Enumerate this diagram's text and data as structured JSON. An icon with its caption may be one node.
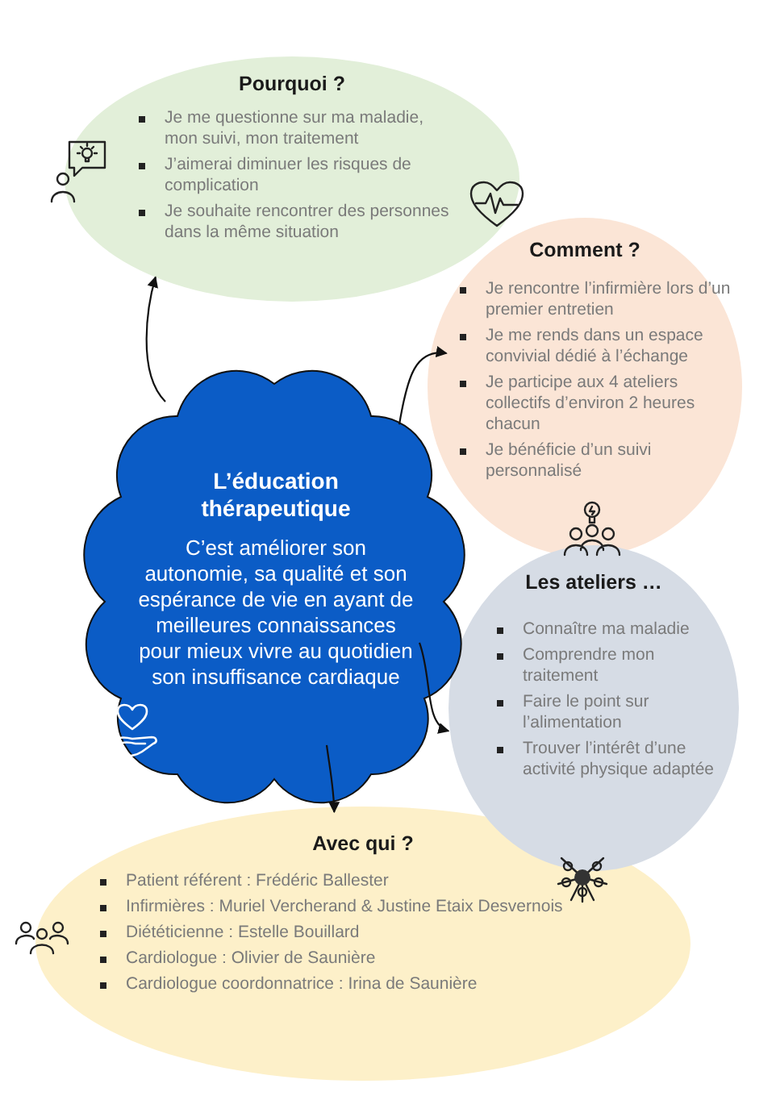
{
  "diagram": {
    "nodes": [
      {
        "text": [
          "L’éducation thérapeutique",
          "C’est améliorer son autonomie, sa qualité et son espérance de vie en ayant de meilleures connaissances pour mieux vivre au quotidien son insuffisance cardiaque"
        ]
      },
      {
        "text": [
          "Pourquoi ?",
          "Je me questionne sur ma maladie, mon suivi, mon traitement",
          "J’aimerai diminuer les risques de complication",
          "Je souhaite rencontrer des personnes dans la même situation"
        ]
      },
      {
        "text": [
          "Comment ?",
          "Je rencontre l’infirmière lors d’un premier entretien",
          "Je me rends dans un espace convivial dédié à l’échange",
          "Je participe aux 4 ateliers collectifs d’environ 2 heures chacun",
          "Je bénéficie d’un suivi personnalisé"
        ]
      },
      {
        "text": [
          "Les ateliers …",
          "Connaître ma maladie",
          "Comprendre mon traitement",
          "Faire le point sur l’alimentation",
          "Trouver l’intérêt d’une activité physique adaptée"
        ]
      },
      {
        "text": [
          "Avec qui ?",
          "Patient référent : Frédéric Ballester",
          "Infirmières : Muriel Vercherand & Justine Etaix Desvernois",
          "Diététicienne : Estelle Bouillard",
          "Cardiologue : Olivier de Saunière",
          "Cardiologue coordonnatrice : Irina de Saunière"
        ]
      }
    ],
    "edges": [
      {
        "from": 0,
        "to": 1,
        "arrow": "to"
      },
      {
        "from": 0,
        "to": 2,
        "arrow": "to"
      },
      {
        "from": 0,
        "to": 3,
        "arrow": "to"
      },
      {
        "from": 0,
        "to": 4,
        "arrow": "to"
      }
    ]
  }
}
